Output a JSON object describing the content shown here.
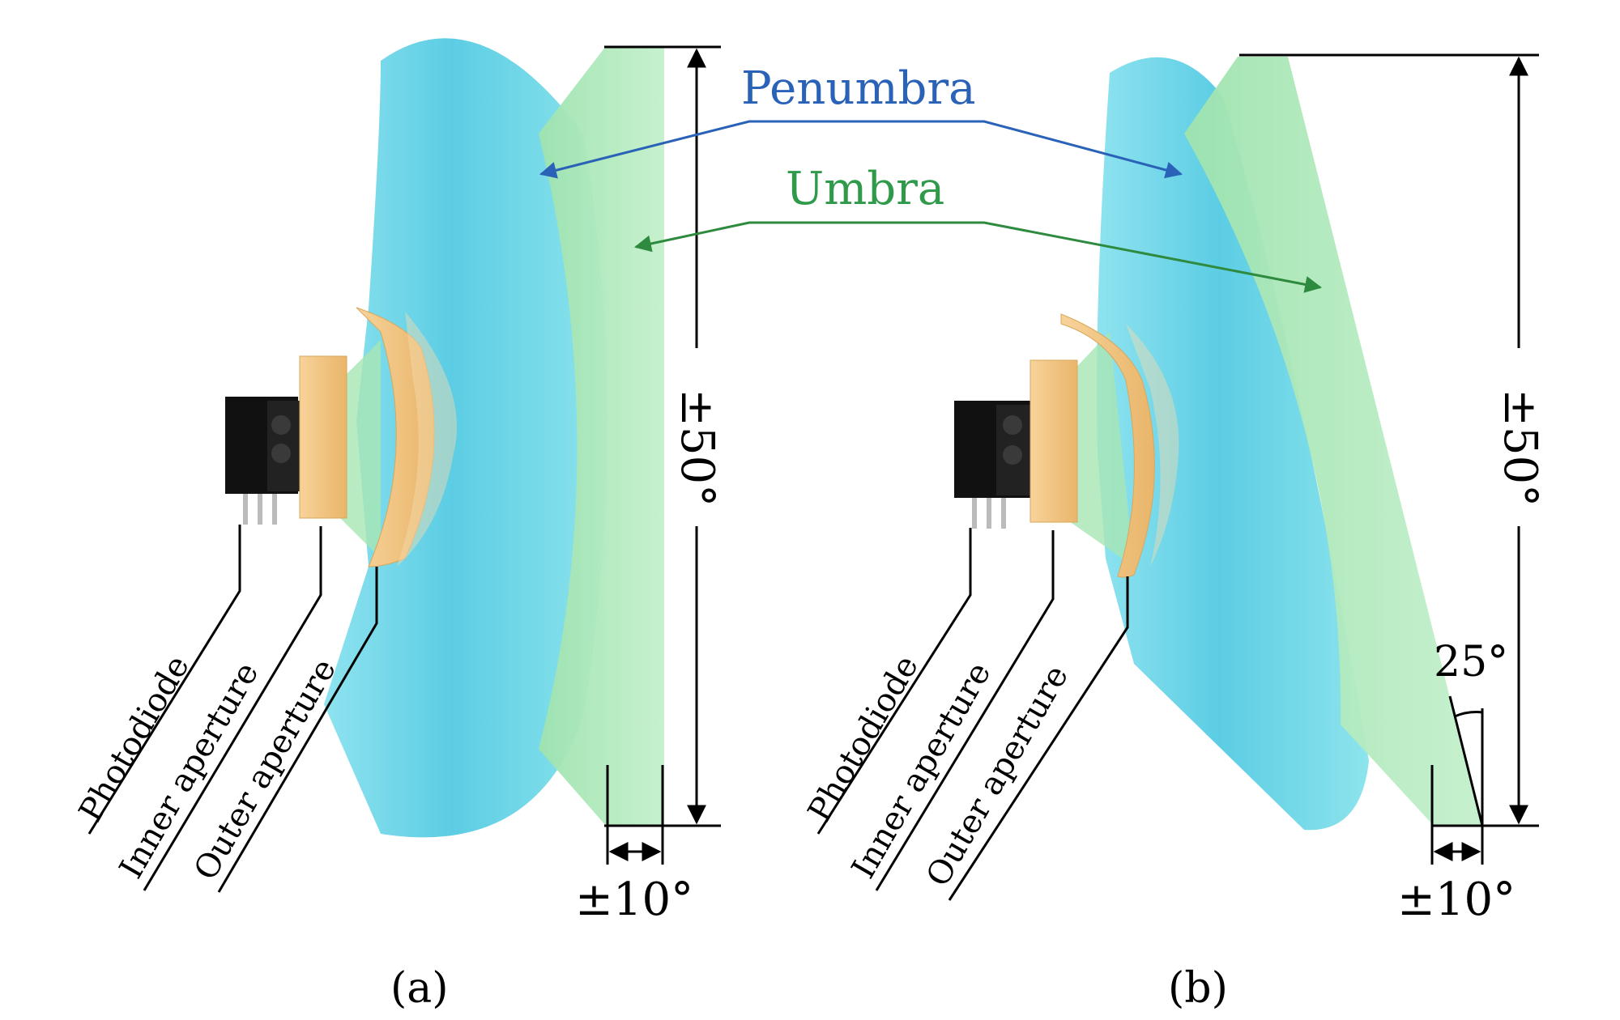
{
  "callouts": {
    "penumbra": "Penumbra",
    "umbra": "Umbra"
  },
  "colors": {
    "penumbra_text": "#2a62b8",
    "umbra_text": "#2e9a4a",
    "penumbra_fill": "#5fd0e6",
    "umbra_fill": "#a8e6b4",
    "aperture_fill": "#f0c27e",
    "photodiode_fill": "#111111"
  },
  "panels": [
    {
      "caption": "(a)",
      "labels": {
        "photodiode": "Photodiode",
        "inner_aperture": "Inner aperture",
        "outer_aperture": "Outer aperture"
      },
      "vertical_span": "±50°",
      "horizontal_span": "±10°"
    },
    {
      "caption": "(b)",
      "labels": {
        "photodiode": "Photodiode",
        "inner_aperture": "Inner aperture",
        "outer_aperture": "Outer aperture"
      },
      "vertical_span": "±50°",
      "horizontal_span": "±10°",
      "tilt_angle": "25°"
    }
  ]
}
